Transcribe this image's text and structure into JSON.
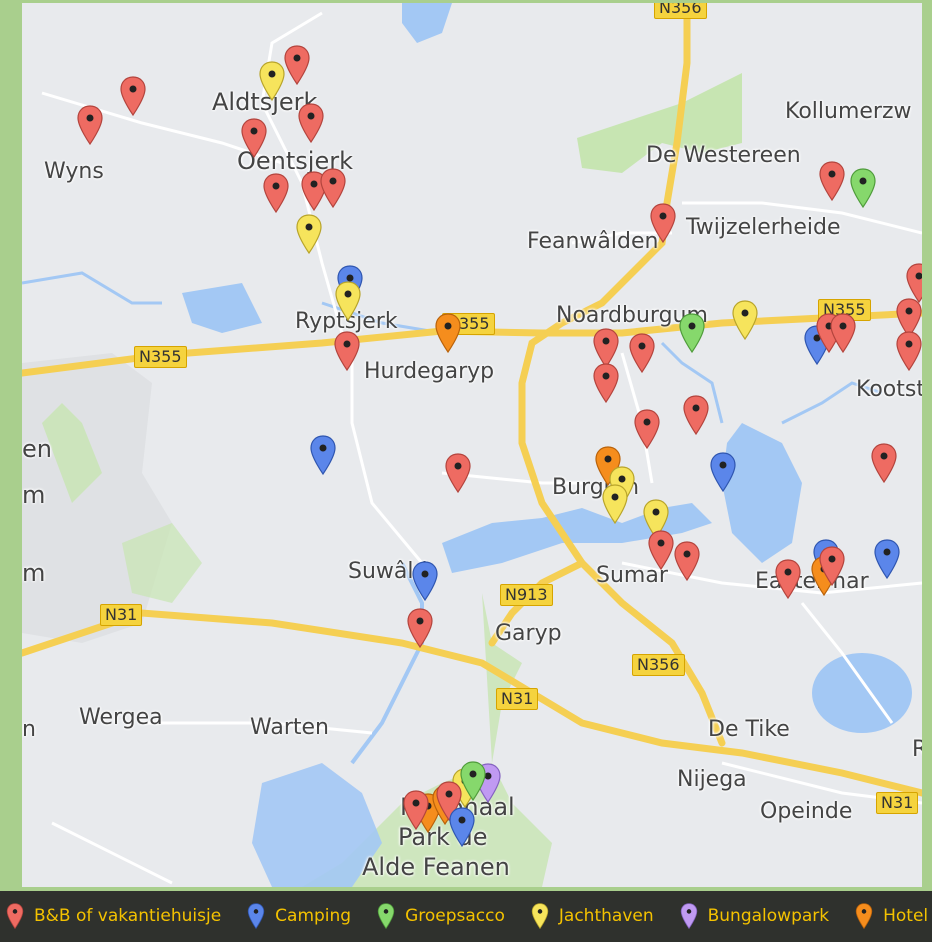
{
  "colors": {
    "bnb": "#ee6b62",
    "camping": "#5b86ea",
    "groepsacco": "#86d86c",
    "jachthaven": "#f6e45c",
    "bungalowpark": "#c09af2",
    "hotel": "#f58d1d",
    "legend_text": "#f4c200"
  },
  "places": {
    "aldtsjerk": "Aldtsjerk",
    "oentsjerk": "Oentsjerk",
    "wyns": "Wyns",
    "kollumerzw": "Kollumerzw",
    "de_westereen": "De Westereen",
    "feanwalden": "Feanwâlden",
    "twijzelerheide": "Twijzelerheide",
    "ryptsjerk": "Ryptsjerk",
    "noardburgum": "Noardburgum",
    "hurdegaryp": "Hurdegaryp",
    "kootst": "Kootst",
    "burgum": "Burgum",
    "suwald": "Suwâld",
    "sumar": "Sumar",
    "eastermar": "Eastermar",
    "garyp": "Garyp",
    "wergea": "Wergea",
    "warten": "Warten",
    "de_tike": "De Tike",
    "nijega": "Nijega",
    "opeinde": "Opeinde",
    "nationaal_park": "Nationaal",
    "park_de": "Park de",
    "alde_feanen": "Alde Feanen",
    "edge_en": "en",
    "edge_m1": "m",
    "edge_m2": "m",
    "edge_n": "n",
    "edge_r": "R"
  },
  "roads": {
    "n356_top": "N356",
    "n355_left": "N355",
    "n355_mid": "N355",
    "n355_right": "N355",
    "n31_left": "N31",
    "n913": "N913",
    "n356": "N356",
    "n31_mid": "N31",
    "n31_right": "N31"
  },
  "legend": {
    "items": [
      {
        "label": "B&B of vakantiehuisje",
        "type": "bnb"
      },
      {
        "label": "Camping",
        "type": "camping"
      },
      {
        "label": "Groepsacco",
        "type": "groepsacco"
      },
      {
        "label": "Jachthaven",
        "type": "jachthaven"
      },
      {
        "label": "Bungalowpark",
        "type": "bungalowpark"
      },
      {
        "label": "Hotel",
        "type": "hotel"
      }
    ]
  }
}
